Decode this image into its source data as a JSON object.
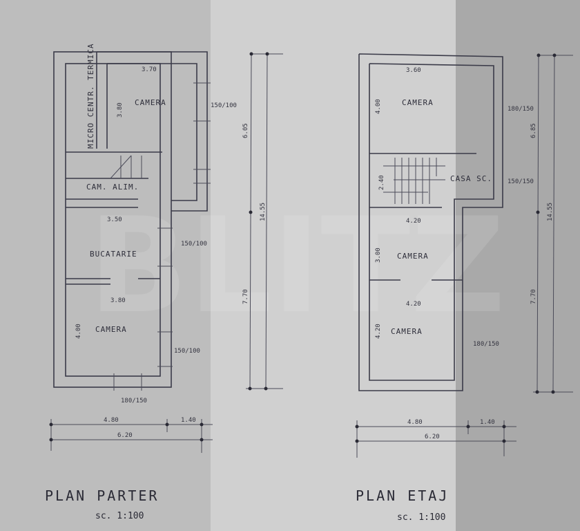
{
  "ground_floor": {
    "title": "PLAN PARTER",
    "scale": "sc. 1:100",
    "rooms": [
      "CAMERA",
      "MICRO CENTR. TERMICA",
      "CAM. ALIM.",
      "BUCATARIE",
      "CAMERA"
    ],
    "dims": {
      "top_width": "3.70",
      "kitchen_width": "3.50",
      "bottom_room_width": "3.80",
      "room_height_top": "3.80",
      "room_height_bottom": "4.00",
      "window_1": "150/100",
      "window_2": "150/100",
      "window_3": "150/100",
      "bottom_window": "180/150",
      "overall_a": "4.80",
      "overall_b": "1.40",
      "overall_total": "6.20",
      "height_upper": "6.05",
      "height_lower": "7.70",
      "height_total": "14.55"
    }
  },
  "upper_floor": {
    "title": "PLAN ETAJ",
    "scale": "sc. 1:100",
    "rooms": [
      "CAMERA",
      "CASA SC.",
      "CAMERA",
      "CAMERA"
    ],
    "dims": {
      "top_width": "3.60",
      "mid_width": "4.20",
      "bottom_width": "4.20",
      "stairs_height": "2.40",
      "room_height_top": "4.00",
      "room_height_mid": "3.00",
      "room_height_bottom": "4.20",
      "window_1": "180/150",
      "window_2": "150/150",
      "window_3": "180/150",
      "overall_a": "4.80",
      "overall_b": "1.40",
      "overall_total": "6.20",
      "height_upper": "6.85",
      "height_lower": "7.70",
      "height_total": "14.55"
    }
  },
  "watermark": "BLITZ"
}
